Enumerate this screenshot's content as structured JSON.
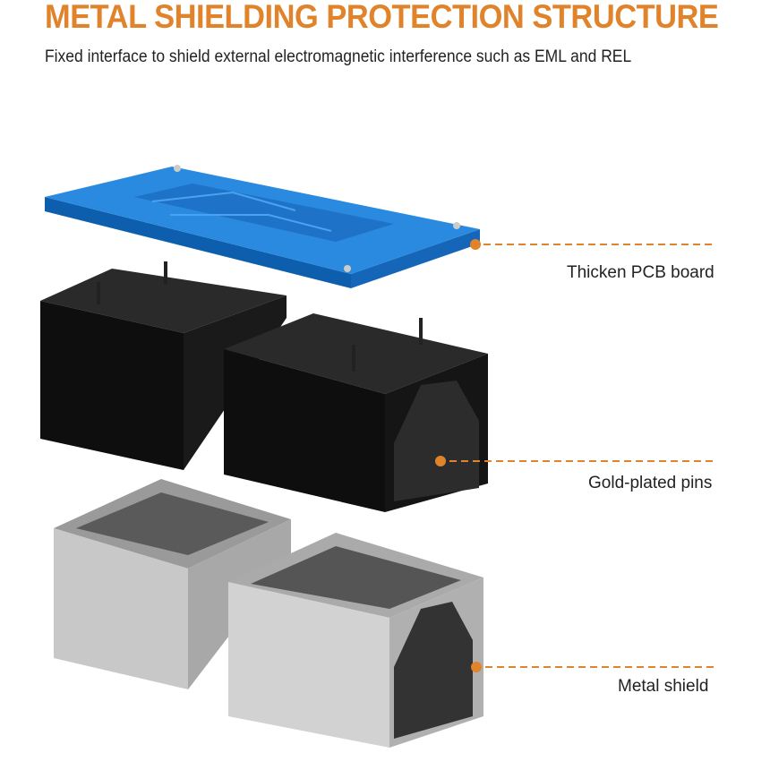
{
  "header": {
    "title": "METAL SHIELDING PROTECTION STRUCTURE",
    "subtitle": "Fixed interface to shield external electromagnetic interference such as EML and REL"
  },
  "callouts": [
    {
      "label": "Thicken PCB board"
    },
    {
      "label": "Gold-plated pins"
    },
    {
      "label": "Metal shield"
    }
  ],
  "colors": {
    "accent": "#e0832a",
    "pcb": "#1f7fd6",
    "housing": "#111111",
    "metal": "#b8b8b8"
  }
}
